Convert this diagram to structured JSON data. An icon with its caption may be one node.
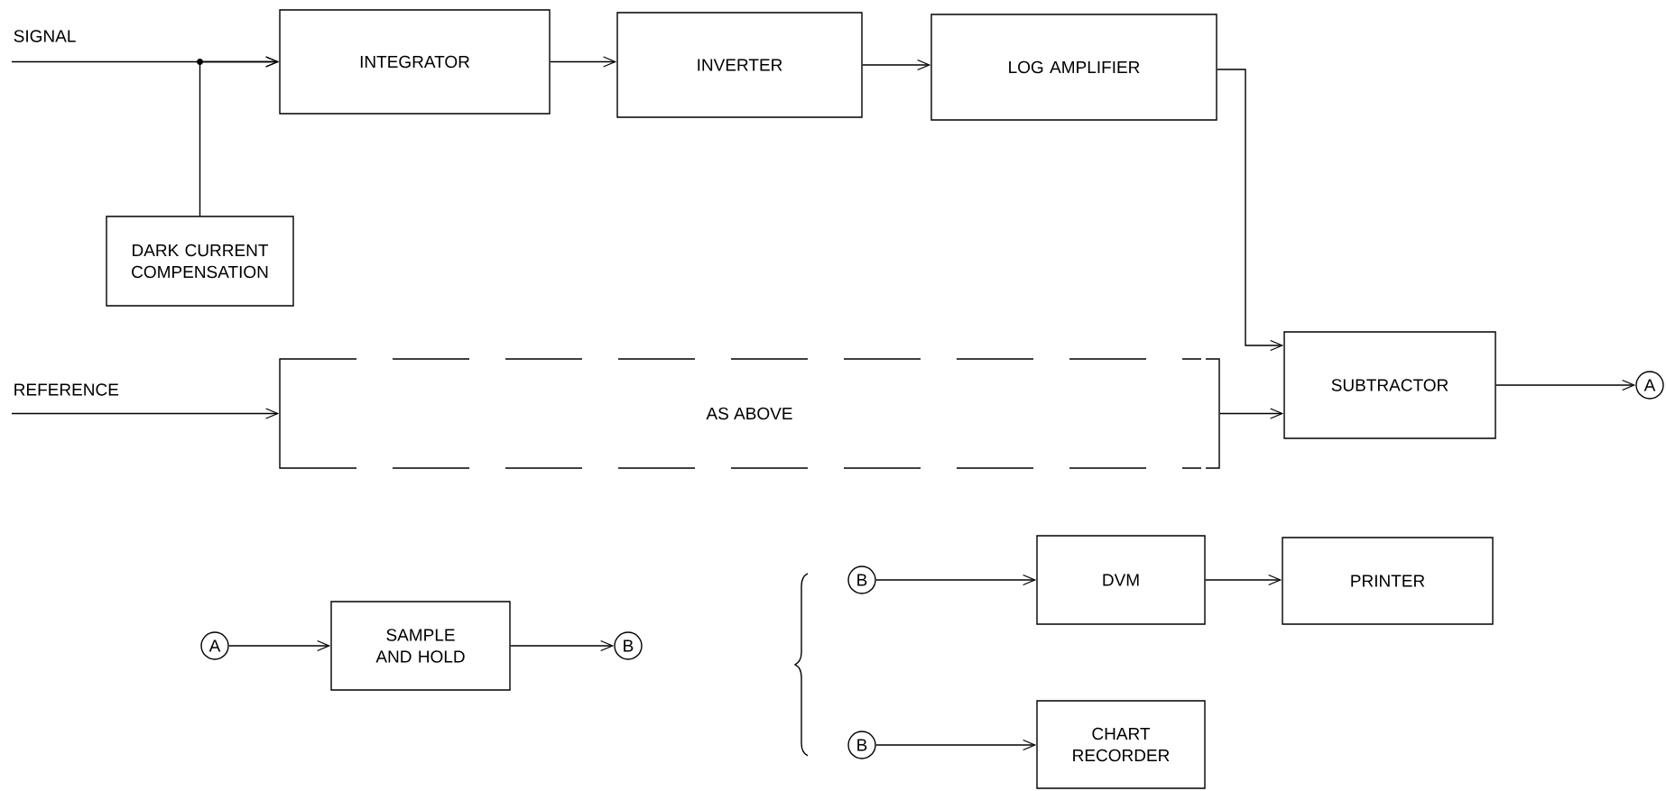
{
  "diagram": {
    "nodes": [
      {
        "text": [
          "SIGNAL"
        ]
      },
      {
        "text": [
          "INTEGRATOR"
        ]
      },
      {
        "text": [
          "INVERTER"
        ]
      },
      {
        "text": [
          "LOG AMPLIFIER"
        ]
      },
      {
        "text": [
          "DARK CURRENT COMPENSATION"
        ]
      },
      {
        "text": [
          "REFERENCE"
        ]
      },
      {
        "text": [
          "AS ABOVE"
        ]
      },
      {
        "text": [
          "SUBTRACTOR"
        ]
      },
      {
        "text": [
          "A"
        ]
      },
      {
        "text": [
          "A"
        ]
      },
      {
        "text": [
          "SAMPLE AND HOLD"
        ]
      },
      {
        "text": [
          "B"
        ]
      },
      {
        "text": [
          "B"
        ]
      },
      {
        "text": [
          "DVM"
        ]
      },
      {
        "text": [
          "PRINTER"
        ]
      },
      {
        "text": [
          "B"
        ]
      },
      {
        "text": [
          "CHART RECORDER"
        ]
      }
    ],
    "edges": [
      {
        "from": 0,
        "to": 1,
        "arrow": "to"
      },
      {
        "from": 4,
        "to": 1,
        "arrow": "to"
      },
      {
        "from": 1,
        "to": 2,
        "arrow": "to"
      },
      {
        "from": 2,
        "to": 3,
        "arrow": "to"
      },
      {
        "from": 3,
        "to": 7,
        "arrow": "to"
      },
      {
        "from": 5,
        "to": 6,
        "arrow": "to"
      },
      {
        "from": 6,
        "to": 7,
        "arrow": "to"
      },
      {
        "from": 7,
        "to": 8,
        "arrow": "to"
      },
      {
        "from": 9,
        "to": 10,
        "arrow": "to"
      },
      {
        "from": 10,
        "to": 11,
        "arrow": "to"
      },
      {
        "from": 12,
        "to": 13,
        "arrow": "to"
      },
      {
        "from": 13,
        "to": 14,
        "arrow": "to"
      },
      {
        "from": 15,
        "to": 16,
        "arrow": "to"
      }
    ]
  }
}
